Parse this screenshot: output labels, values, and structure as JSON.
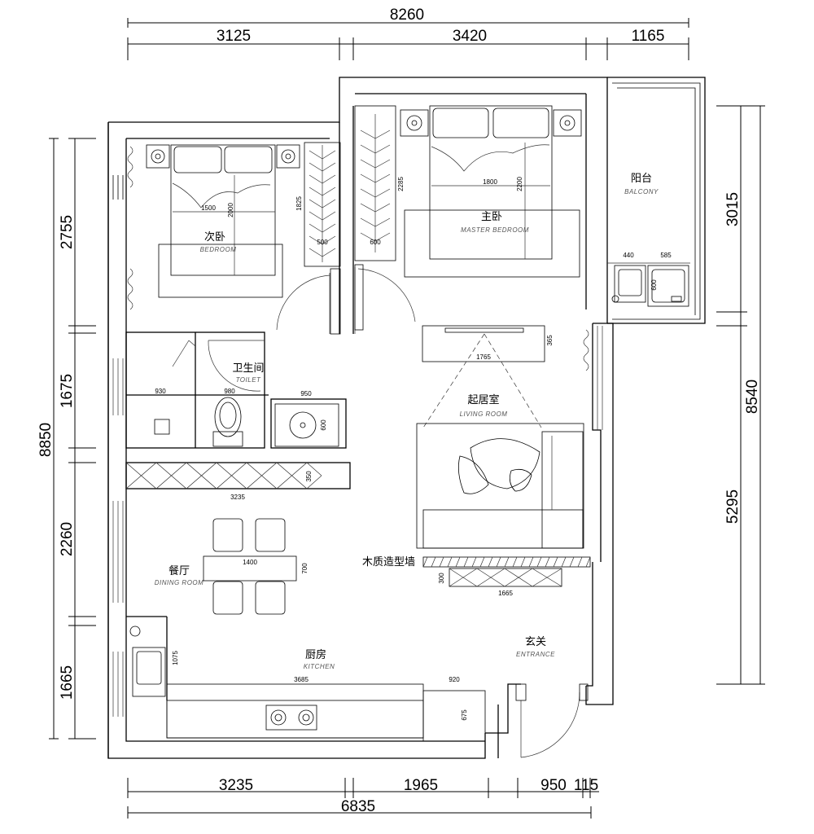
{
  "dimensions": {
    "top_total": "8260",
    "top_segments": [
      "3125",
      "3420",
      "1165"
    ],
    "bottom_segments": [
      "3235",
      "1965",
      "950",
      "115"
    ],
    "bottom_total": "6835",
    "left_total": "8850",
    "left_segments": [
      "2755",
      "1675",
      "2260",
      "1665"
    ],
    "right_segments": [
      "3015",
      "5295"
    ],
    "right_total": "8540"
  },
  "rooms": {
    "second_bedroom": {
      "label": "次卧",
      "sub": "BEDROOM"
    },
    "master_bedroom": {
      "label": "主卧",
      "sub": "MASTER BEDROOM"
    },
    "balcony": {
      "label": "阳台",
      "sub": "BALCONY"
    },
    "toilet": {
      "label": "卫生间",
      "sub": "TOILET"
    },
    "living": {
      "label": "起居室",
      "sub": "LIVING ROOM"
    },
    "dining": {
      "label": "餐厅",
      "sub": "DINING ROOM"
    },
    "kitchen": {
      "label": "厨房",
      "sub": "KITCHEN"
    },
    "entrance": {
      "label": "玄关",
      "sub": "ENTRANCE"
    },
    "wood_wall": {
      "label": "木质造型墙"
    }
  },
  "annotations": {
    "bed2_width": "1500",
    "bed2_length": "2000",
    "wardrobe2_length": "1825",
    "wardrobe2_depth": "500",
    "wardrobe1_depth": "600",
    "wardrobe1_length": "2285",
    "bed1_width": "1800",
    "bed1_length": "2200",
    "balcony_a": "440",
    "balcony_b": "585",
    "balcony_c": "600",
    "tv_width": "1765",
    "tv_depth": "365",
    "toilet_a": "930",
    "toilet_b": "980",
    "toilet_c": "950",
    "toilet_d": "600",
    "counter_depth": "350",
    "counter_length": "3235",
    "table_length": "1400",
    "table_width": "700",
    "cabinet_depth": "300",
    "cabinet_length": "1665",
    "kitchen_depth": "1075",
    "kitchen_counter": "3685",
    "fridge_width": "920",
    "fridge_depth": "675"
  }
}
